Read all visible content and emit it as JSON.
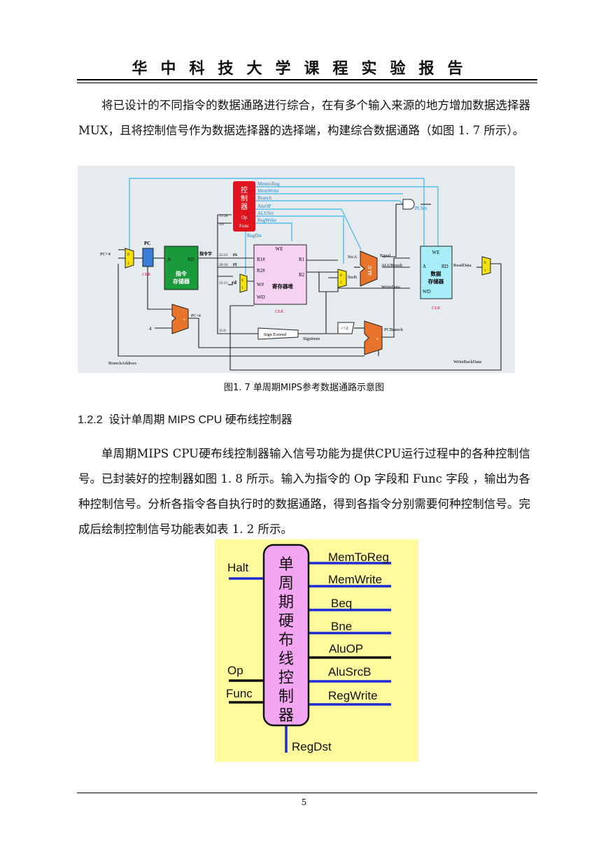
{
  "header": {
    "title": "华中科技大学课程实验报告"
  },
  "paragraphs": {
    "p1": "将已设计的不同指令的数据通路进行综合，在有多个输入来源的地方增加数据选择器 MUX，且将控制信号作为数据选择器的选择端，构建综合数据通路（如图 1. 7 所示）。",
    "p2": "单周期MIPS CPU硬布线控制器输入信号功能为提供CPU运行过程中的各种控制信号。已封装好的控制器如图 1. 8 所示。输入为指令的 Op 字段和 Func 字段 ，输出为各种控制信号。分析各指令各自执行时的数据通路，得到各指令分别需要何种控制信号。完成后绘制控制信号功能表如表 1. 2 所示。"
  },
  "figure1": {
    "caption": "图1. 7 单周期MIPS参考数据通路示意图",
    "labels": {
      "ctrl_chars": [
        "控",
        "制",
        "器"
      ],
      "op": "Op",
      "func": "Func",
      "signals": [
        "MemtoReg",
        "MemWrite",
        "Branch",
        "AluOP",
        "ALUSrc",
        "RegWrite"
      ],
      "regdst": "RegDst",
      "pcsrc": "PCSrc",
      "bits_31_26": "31:26",
      "bits_5_0": "5:0",
      "bits_25_21": "25:21",
      "bits_20_16": "20:16",
      "bits_15_11": "15:11",
      "bits_15_0": "15:0",
      "rs": "rs",
      "rt": "rt",
      "rd": "rd",
      "instr": "指令字",
      "pc": "PC",
      "pc_plus4": "PC+4",
      "clk": "CLK",
      "imem_a": "A",
      "imem_rd": "RD",
      "imem_name1": "指令",
      "imem_name2": "存储器",
      "we": "WE",
      "r1n": "R1#",
      "r2n": "R2#",
      "wn": "W#",
      "wd": "WD",
      "r1": "R1",
      "r2": "R2",
      "regfile": "寄存器堆",
      "srca": "SrcA",
      "srcb": "SrcB",
      "alu": "ALU",
      "equal": "Equal",
      "aluresult": "ALUResult",
      "writedata": "WriteData",
      "dmem_we": "WE",
      "dmem_a": "A",
      "dmem_rd": "RD",
      "dmem_wd": "WD",
      "dmem_name1": "数据",
      "dmem_name2": "存储器",
      "readdata": "ReadData",
      "four": "4",
      "sign_extend": "Sign Extend",
      "signimm": "SignImm",
      "shift": "<<2",
      "pcbranch": "PCBranch",
      "branchaddress": "BranchAddress",
      "writebackdata": "WriteBackData",
      "mux0": "0",
      "mux1": "1"
    }
  },
  "section": {
    "number": "1.2.2",
    "title": "设计单周期 MIPS CPU 硬布线控制器"
  },
  "figure2": {
    "controller_name": [
      "单",
      "周",
      "期",
      "硬",
      "布",
      "线",
      "控",
      "制",
      "器"
    ],
    "inputs": [
      "Halt",
      "Op",
      "Func"
    ],
    "outputs": [
      "MemToReg",
      "MemWrite",
      "Beq",
      "Bne",
      "AluOP",
      "AluSrcB",
      "RegWrite"
    ],
    "bottom": "RegDst"
  },
  "footer": {
    "page": "5"
  },
  "colors": {
    "ctrl_red": "#e0141e",
    "wire_blue": "#3fb6e8",
    "imem_green": "#1a9a3a",
    "regfile_pink": "#f7d1f4",
    "dmem_cyan": "#a8eef8",
    "alu_orange": "#e8732a",
    "mux_yellow": "#f5e10a",
    "fig2_bg": "#fffa9c",
    "fig2_pink": "#f2a6f2"
  }
}
